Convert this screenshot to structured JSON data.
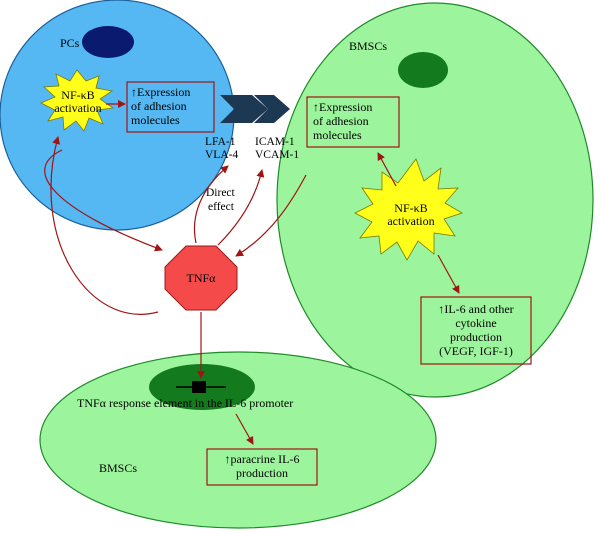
{
  "pcs": {
    "cell_label": "PCs",
    "nfkb": [
      "NF-κB",
      "activation"
    ],
    "expression": [
      "↑Expression",
      "of adhesion",
      "molecules"
    ],
    "ligands": [
      "LFA-1",
      "VLA-4"
    ]
  },
  "bmsc_top": {
    "cell_label": "BMSCs",
    "receptors": [
      "ICAM-1",
      "VCAM-1"
    ],
    "expression": [
      "↑Expression",
      "of adhesion",
      "molecules"
    ],
    "nfkb": [
      "NF-κB",
      "activation"
    ],
    "cytokines": [
      "↑IL-6 and other",
      "cytokine",
      "production",
      "(VEGF, IGF-1)"
    ]
  },
  "direct_effect": [
    "Direct",
    "effect"
  ],
  "tnf": {
    "label": "TNFα"
  },
  "bmsc_bottom": {
    "cell_label": "BMSCs",
    "response_element": "TNFα response element in the IL-6 promoter",
    "paracrine": [
      "↑paracrine IL-6",
      "production"
    ]
  },
  "colors": {
    "pc_cell": "#55b8f2",
    "bmsc_cell": "#9cf59c",
    "nucleus_pc": "#0a1a6e",
    "nucleus_bmsc": "#137a1e",
    "starburst": "#ffff1a",
    "tnf_octagon": "#f44a4a",
    "arrow": "#a01414",
    "chevron": "#1d3852"
  }
}
